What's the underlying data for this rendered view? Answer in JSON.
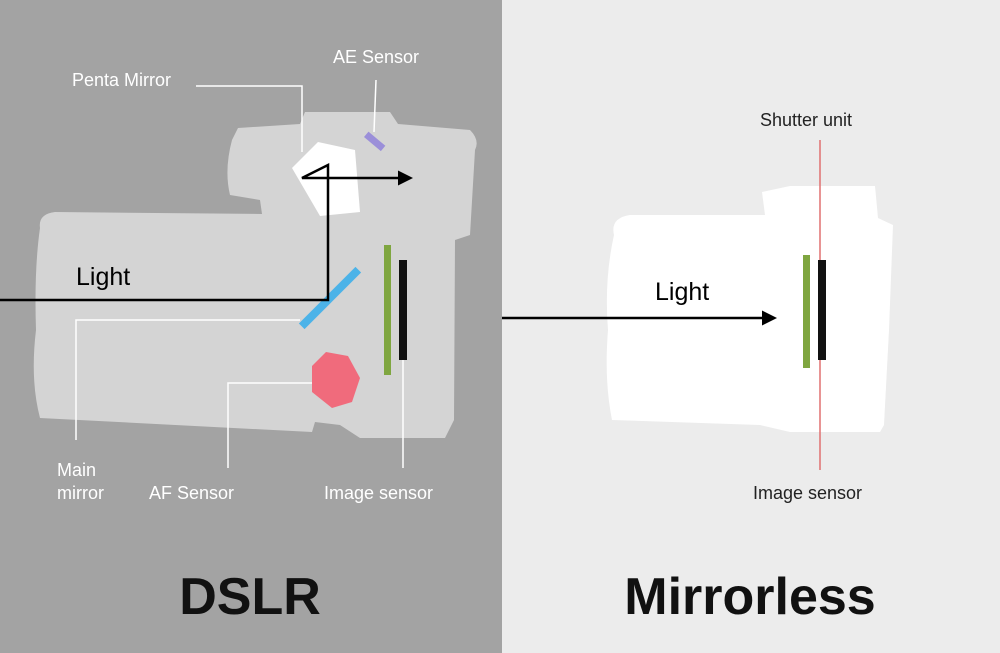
{
  "colors": {
    "dslr_bg": "#a3a3a3",
    "mirrorless_bg": "#ececec",
    "dslr_body": "#d4d4d4",
    "mirrorless_body": "#ffffff",
    "ae_sensor": "#9b8fd9",
    "main_mirror": "#4cb3e8",
    "af_sensor": "#f06b7c",
    "shutter_unit": "#7fa640",
    "image_sensor": "#111111",
    "shutter_line": "#e07070",
    "label_text_dslr": "#ffffff",
    "label_text_mirrorless": "#222222",
    "title_text": "#111111"
  },
  "dslr": {
    "title": "DSLR",
    "light_label": "Light",
    "labels": {
      "penta_mirror": "Penta Mirror",
      "ae_sensor": "AE Sensor",
      "main_mirror_line1": "Main",
      "main_mirror_line2": "mirror",
      "af_sensor": "AF Sensor",
      "image_sensor": "Image sensor"
    }
  },
  "mirrorless": {
    "title": "Mirrorless",
    "light_label": "Light",
    "labels": {
      "shutter_unit": "Shutter unit",
      "image_sensor": "Image sensor"
    }
  }
}
